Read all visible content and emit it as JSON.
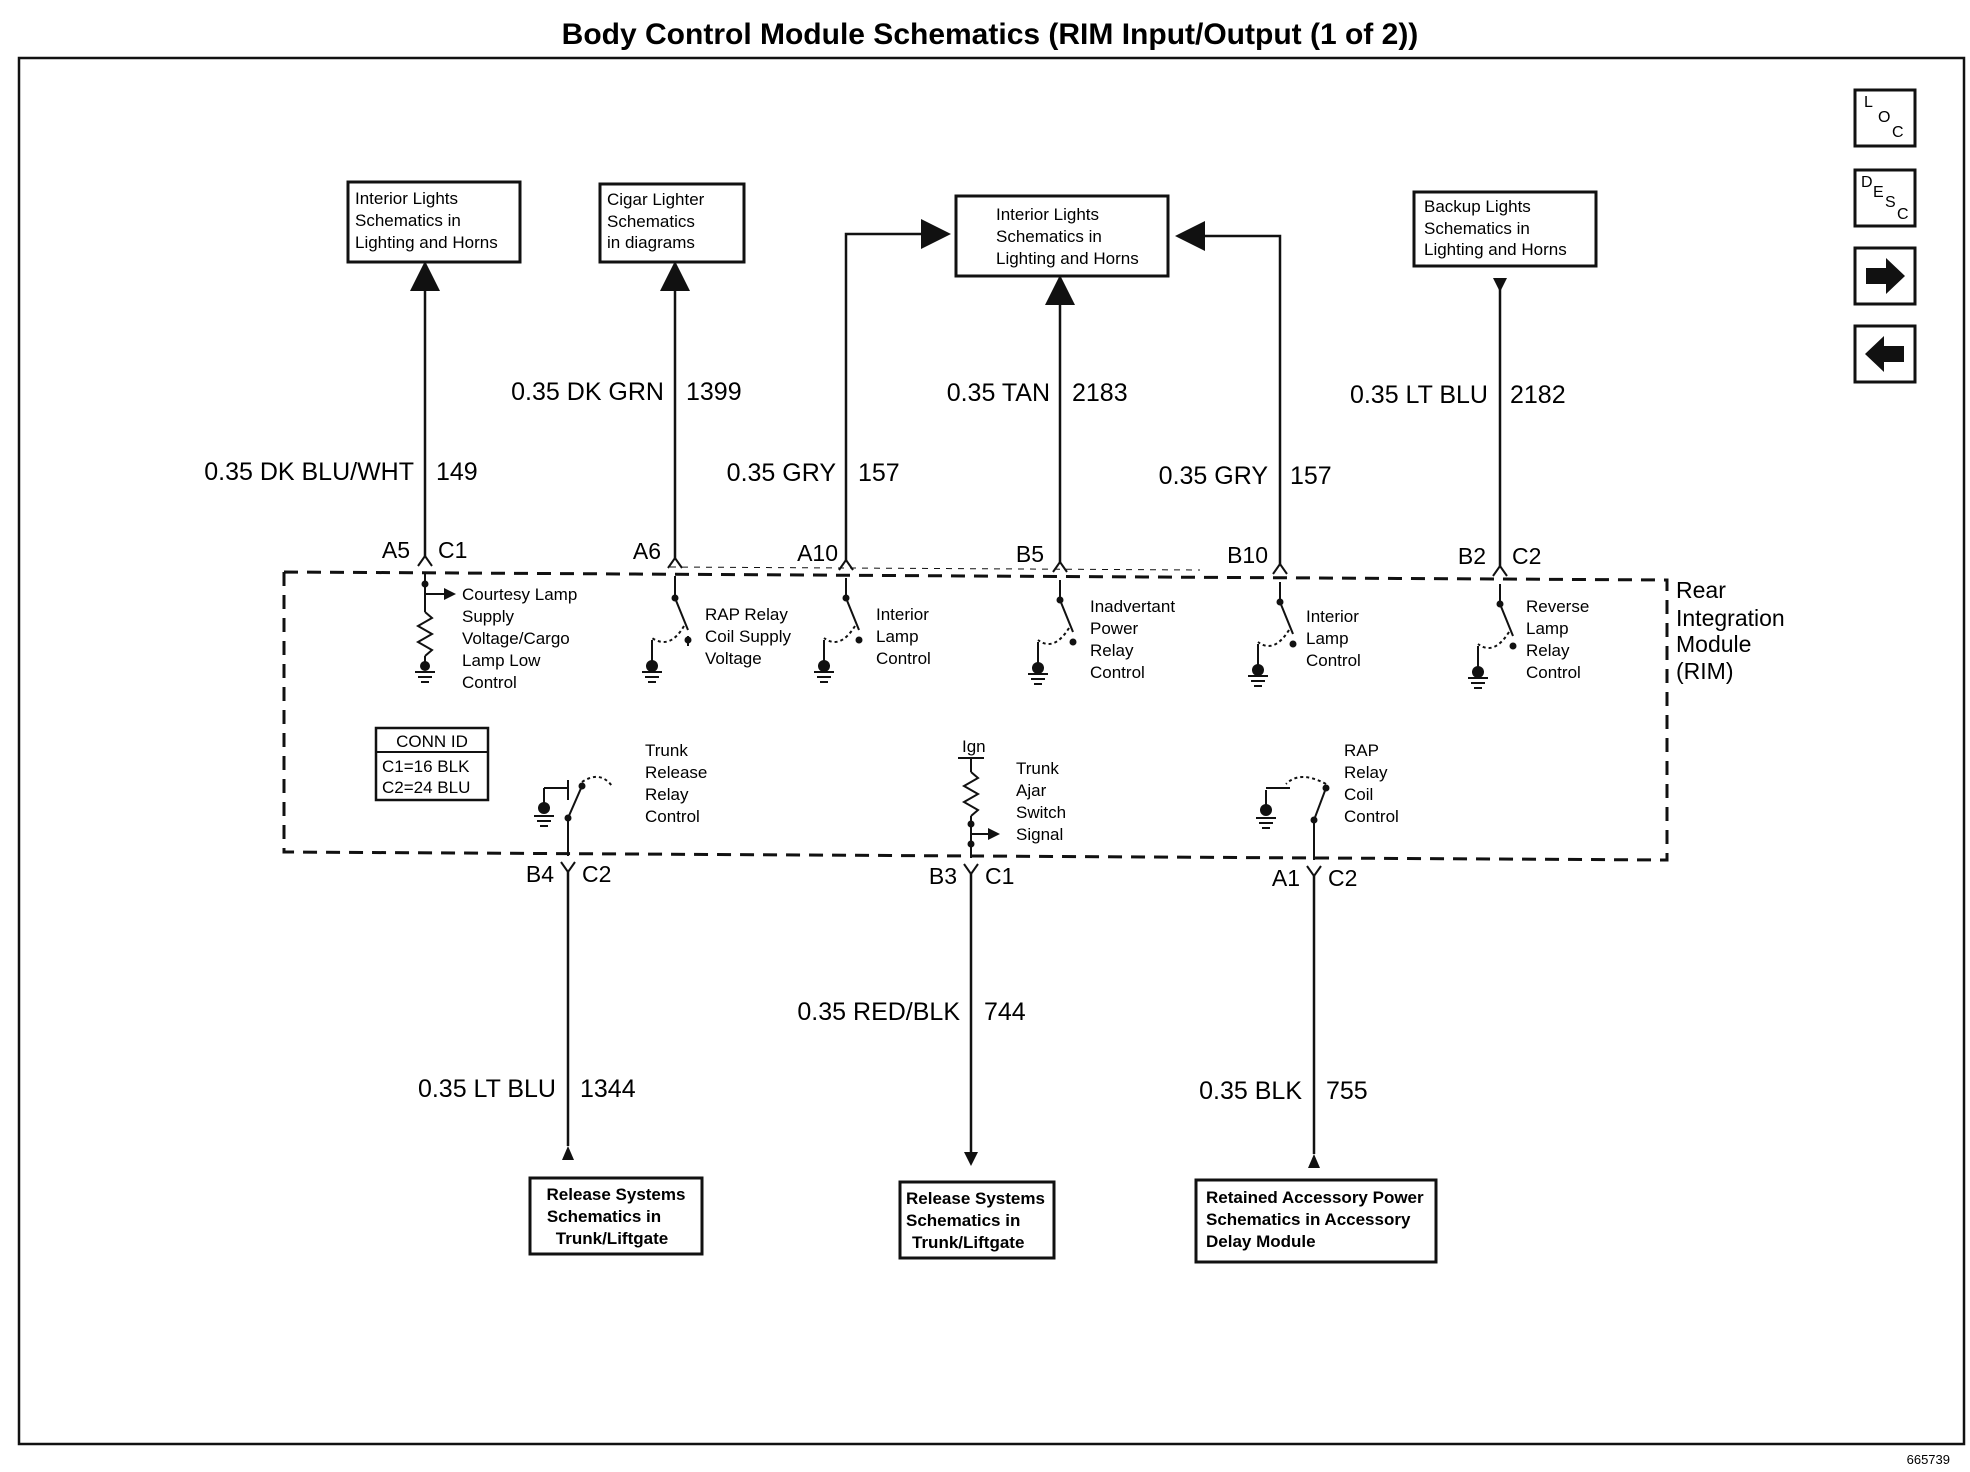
{
  "title": "Body Control Module Schematics (RIM Input/Output (1 of 2))",
  "figure_id": "665739",
  "module_label": [
    "Rear",
    "Integration",
    "Module",
    "(RIM)"
  ],
  "conn_id": {
    "header": "CONN ID",
    "lines": [
      "C1=16 BLK",
      "C2=24 BLU"
    ]
  },
  "nav": {
    "loc": {
      "a": "L",
      "b": "O",
      "c": "C"
    },
    "desc": {
      "a": "D",
      "b": "E",
      "c": "S",
      "d": "C"
    }
  },
  "top_boxes": [
    [
      "Interior Lights",
      "Schematics in",
      "Lighting and Horns"
    ],
    [
      "Cigar Lighter",
      "Schematics",
      "in diagrams"
    ],
    [
      "Interior Lights",
      "Schematics in",
      "Lighting and Horns"
    ],
    [
      "Backup Lights",
      "Schematics in",
      "Lighting and Horns"
    ]
  ],
  "top_wires": [
    {
      "color": "0.35 DK BLU/WHT",
      "circuit": "149"
    },
    {
      "color": "0.35 DK GRN",
      "circuit": "1399"
    },
    {
      "color": "0.35 GRY",
      "circuit": "157"
    },
    {
      "color": "0.35 TAN",
      "circuit": "2183"
    },
    {
      "color": "0.35 GRY",
      "circuit": "157"
    },
    {
      "color": "0.35 LT BLU",
      "circuit": "2182"
    }
  ],
  "top_pins": [
    {
      "pin": "A5",
      "conn": "C1"
    },
    {
      "pin": "A6",
      "conn": ""
    },
    {
      "pin": "A10",
      "conn": ""
    },
    {
      "pin": "B5",
      "conn": ""
    },
    {
      "pin": "B10",
      "conn": ""
    },
    {
      "pin": "B2",
      "conn": "C2"
    }
  ],
  "top_internals": [
    [
      "Courtesy Lamp",
      "Supply",
      "Voltage/Cargo",
      "Lamp Low",
      "Control"
    ],
    [
      "RAP Relay",
      "Coil Supply",
      "Voltage"
    ],
    [
      "Interior",
      "Lamp",
      "Control"
    ],
    [
      "Inadvertant",
      "Power",
      "Relay",
      "Control"
    ],
    [
      "Interior",
      "Lamp",
      "Control"
    ],
    [
      "Reverse",
      "Lamp",
      "Relay",
      "Control"
    ]
  ],
  "bottom_internals": [
    [
      "Trunk",
      "Release",
      "Relay",
      "Control"
    ],
    [
      "Trunk",
      "Ajar",
      "Switch",
      "Signal"
    ],
    [
      "RAP",
      "Relay",
      "Coil",
      "Control"
    ]
  ],
  "ign_label": "Ign",
  "bottom_pins": [
    {
      "pin": "B4",
      "conn": "C2"
    },
    {
      "pin": "B3",
      "conn": "C1"
    },
    {
      "pin": "A1",
      "conn": "C2"
    }
  ],
  "bottom_wires": [
    {
      "color": "0.35 LT BLU",
      "circuit": "1344"
    },
    {
      "color": "0.35 RED/BLK",
      "circuit": "744"
    },
    {
      "color": "0.35 BLK",
      "circuit": "755"
    }
  ],
  "bottom_boxes": [
    [
      "Release Systems",
      "Schematics in",
      "Trunk/Liftgate"
    ],
    [
      "Release Systems",
      "Schematics in",
      "Trunk/Liftgate"
    ],
    [
      "Retained Accessory Power",
      "Schematics in Accessory",
      "Delay Module"
    ]
  ]
}
